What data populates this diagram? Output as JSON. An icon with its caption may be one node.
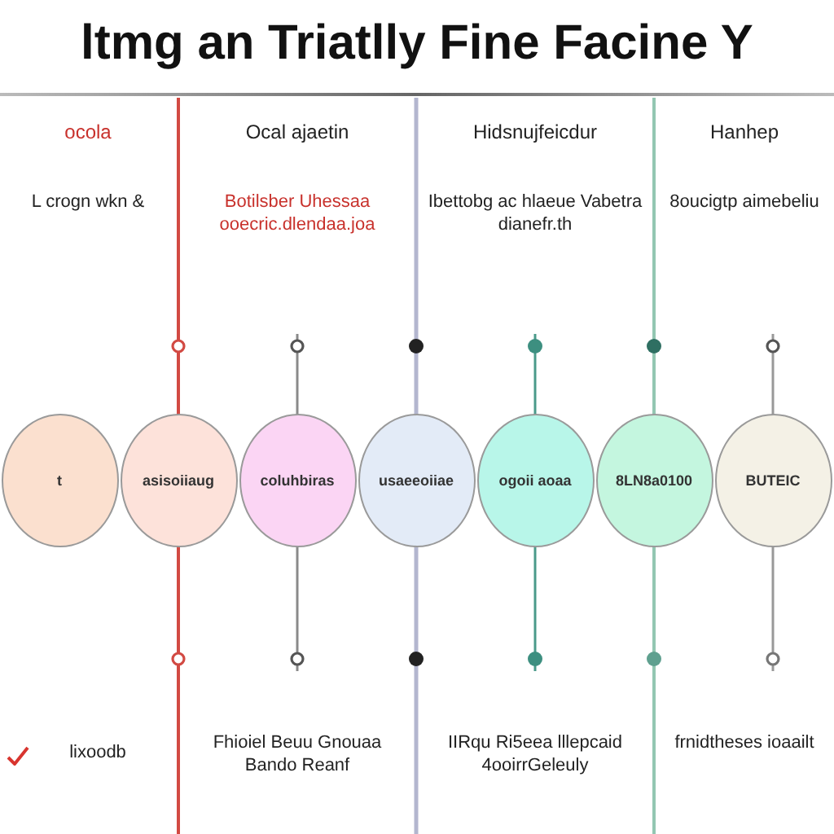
{
  "diagram": {
    "title": "ltmg an Triatlly Fine Facine Y",
    "nodes": [
      {
        "text": [
          "t"
        ]
      },
      {
        "text": [
          "asisoiiaug"
        ]
      },
      {
        "text": [
          "coluhbiras"
        ]
      },
      {
        "text": [
          "usaeeoiiae"
        ]
      },
      {
        "text": [
          "ogoii aoaa"
        ]
      },
      {
        "text": [
          "8LN8a0100"
        ]
      },
      {
        "text": [
          "BUTEIC"
        ]
      }
    ],
    "labels": [
      "ocola",
      "L crogn wkn &",
      "Ocal ajaetin",
      "Botilsber Uhessaa ooecric.dlendaa.joa",
      "Hidsnujfeicdur",
      "Ibettobg ac hlaeue Vabetra dianefr.th",
      "Hanhep",
      "8oucigtp aimebeliu",
      "lixoodb",
      "Fhioiel Beuu Gnouaa Bando Reanf",
      "IIRqu Ri5eea lllepcaid 4ooirrGeleuly",
      "frnidtheses ioaailt"
    ]
  }
}
